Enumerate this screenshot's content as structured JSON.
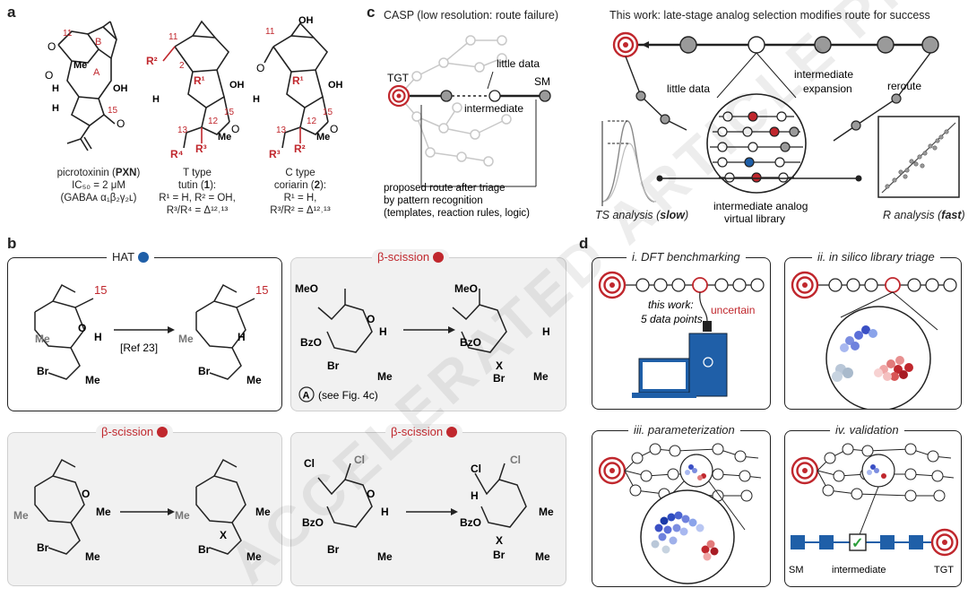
{
  "panel_labels": {
    "a": "a",
    "b": "b",
    "c": "c",
    "d": "d"
  },
  "panel_a": {
    "pxn": {
      "name": "picrotoxinin (",
      "abbr": "PXN",
      "close": ")",
      "ic50": "IC₅₀ = 2 μM",
      "gaba": "(GABAᴀ α₁β₂γ₂ʟ)"
    },
    "tutin": {
      "type": "T type",
      "name": "tutin (",
      "num": "1",
      "close": "):",
      "r1": "R¹ = H, R² = OH,",
      "r34": "R³/R⁴ = Δ¹²˒¹³"
    },
    "coriarin": {
      "type": "C type",
      "name": "coriarin (",
      "num": "2",
      "close": "):",
      "r1": "R¹ = H,",
      "r32": "R³/R² = Δ¹²˒¹³"
    },
    "atoms": {
      "n11": "11",
      "n15": "15",
      "n12": "12",
      "n13": "13",
      "n2": "2",
      "ringA": "A",
      "ringB": "B",
      "me": "Me",
      "oh": "OH",
      "h": "H",
      "o": "O",
      "r1": "R¹",
      "r2": "R²",
      "r3": "R³",
      "r4": "R⁴"
    }
  },
  "panel_b": {
    "hat": "HAT",
    "beta": "β-scission",
    "ref": "[Ref 23]",
    "see_fig": "(see Fig. 4c)",
    "circ_a": "A",
    "atoms": {
      "n15": "15",
      "me": "Me",
      "h": "H",
      "o": "O",
      "br": "Br",
      "bzo": "BzO",
      "meo": "MeO",
      "x": "X",
      "cl": "Cl"
    },
    "colors": {
      "hat_dot": "#1f5fa8",
      "beta_dot": "#c0272d"
    }
  },
  "panel_c": {
    "casp_title": "CASP (low resolution: route failure)",
    "work_title": "This work: late-stage analog selection modifies route for success",
    "tgt": "TGT",
    "sm": "SM",
    "intermediate": "intermediate",
    "little_data": "little data",
    "little_data2": "little data",
    "triage_lines": [
      "proposed route after triage",
      "by pattern recognition",
      "(templates, reaction rules, logic)"
    ],
    "int_expansion": [
      "intermediate",
      "expansion"
    ],
    "reroute": "reroute",
    "library": [
      "intermediate analog",
      "virtual library"
    ],
    "ts_analysis": "TS analysis (",
    "ts_slow": "slow",
    "r_analysis": "R analysis (",
    "r_fast": "fast",
    "close_paren": ")"
  },
  "panel_d": {
    "i": "i. DFT benchmarking",
    "ii": "ii. in silico library triage",
    "iii": "iii. parameterization",
    "iv": "iv. validation",
    "this_work": [
      "this work:",
      "5 data points"
    ],
    "uncertain": "uncertain",
    "sm": "SM",
    "intermediate": "intermediate",
    "tgt": "TGT",
    "check": "✓"
  },
  "watermark": "ACCELERATED ARTICLE PREVIEW",
  "colors": {
    "red": "#c0272d",
    "blue": "#1f5fa8",
    "grey": "#9a9a9a",
    "node_grey": "#b5b5b5"
  }
}
